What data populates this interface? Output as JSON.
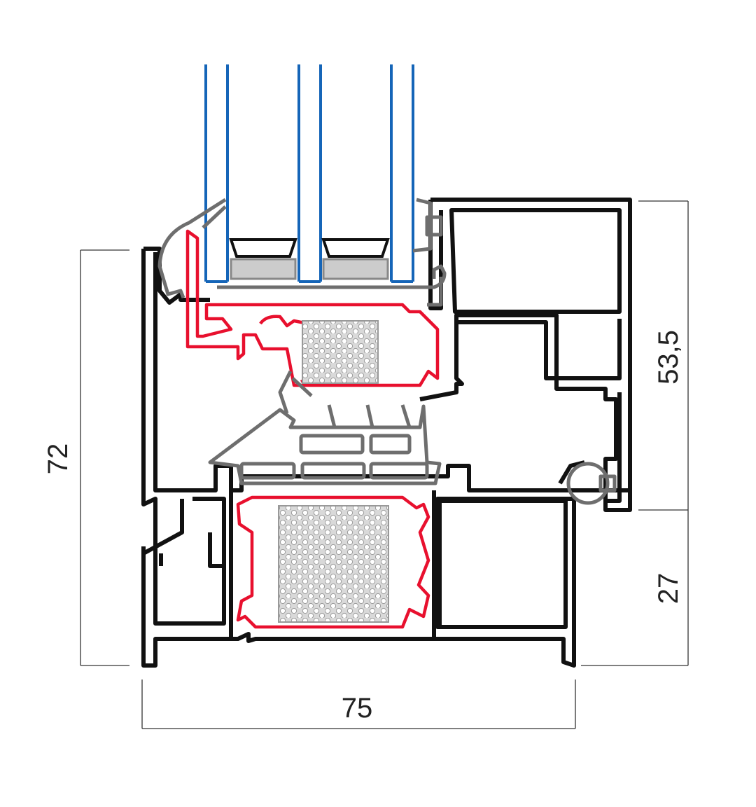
{
  "dimensions": {
    "frame_height": "72",
    "frame_width": "75",
    "sash_height": "53,5",
    "frame_lower_height": "27"
  },
  "colors": {
    "profile": "#111111",
    "thermal_break": "#e8102e",
    "gasket": "#6e6e6e",
    "glass": "#1565b8"
  }
}
